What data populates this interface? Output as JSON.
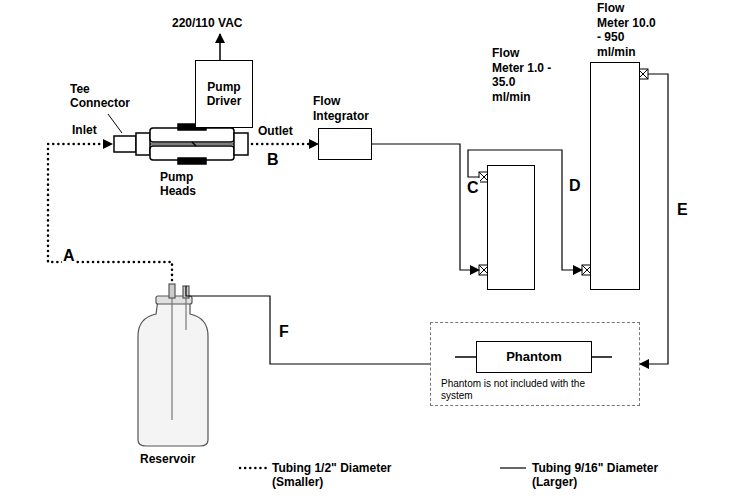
{
  "diagram": {
    "nodes": [
      {
        "text": [
          "Pump Driver"
        ]
      },
      {
        "text": [
          "Pump Heads"
        ]
      },
      {
        "text": [
          "Flow Integrator"
        ]
      },
      {
        "text": [
          "Flow Meter 1.0 - 35.0 ml/min"
        ]
      },
      {
        "text": [
          "Flow Meter 10.0 - 950 ml/min"
        ]
      },
      {
        "text": [
          "Phantom is not included with the system"
        ]
      },
      {
        "text": [
          "Phantom"
        ],
        "in": 5
      },
      {
        "text": [
          "Reservoir"
        ]
      }
    ],
    "edges": [
      {
        "from": 7,
        "to": 1,
        "arrow": "to",
        "label": "A"
      },
      {
        "from": 1,
        "to": 2,
        "arrow": "to",
        "label": "B"
      },
      {
        "from": 2,
        "to": 3,
        "arrow": "to",
        "label": "C"
      },
      {
        "from": 3,
        "to": 4,
        "arrow": "to",
        "label": "D"
      },
      {
        "from": 4,
        "to": 5,
        "arrow": "to",
        "label": "E"
      },
      {
        "from": 5,
        "to": 7,
        "arrow": "none",
        "label": "F"
      }
    ],
    "labels": [
      "220/110 VAC",
      "Tee Connector",
      "Inlet",
      "Outlet"
    ],
    "legend": [
      {
        "text": "Tubing 1/2\" Diameter (Smaller)"
      },
      {
        "text": "Tubing 9/16\" Diameter (Larger)"
      }
    ]
  }
}
